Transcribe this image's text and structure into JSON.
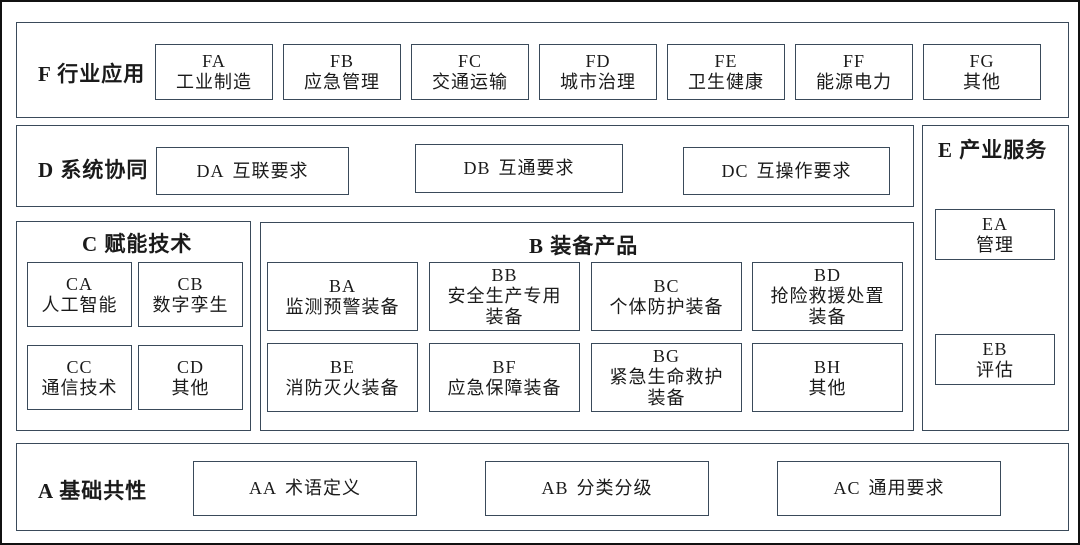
{
  "layers": {
    "F": {
      "label": "F 行业应用",
      "items": [
        {
          "code": "FA",
          "name": "工业制造"
        },
        {
          "code": "FB",
          "name": "应急管理"
        },
        {
          "code": "FC",
          "name": "交通运输"
        },
        {
          "code": "FD",
          "name": "城市治理"
        },
        {
          "code": "FE",
          "name": "卫生健康"
        },
        {
          "code": "FF",
          "name": "能源电力"
        },
        {
          "code": "FG",
          "name": "其他"
        }
      ]
    },
    "D": {
      "label": "D 系统协同",
      "items": [
        {
          "code": "DA",
          "name": "互联要求"
        },
        {
          "code": "DB",
          "name": "互通要求"
        },
        {
          "code": "DC",
          "name": "互操作要求"
        }
      ]
    },
    "E": {
      "label": "E 产业服务",
      "items": [
        {
          "code": "EA",
          "name": "管理"
        },
        {
          "code": "EB",
          "name": "评估"
        }
      ]
    },
    "C": {
      "label": "C 赋能技术",
      "items": [
        {
          "code": "CA",
          "name": "人工智能"
        },
        {
          "code": "CB",
          "name": "数字孪生"
        },
        {
          "code": "CC",
          "name": "通信技术"
        },
        {
          "code": "CD",
          "name": "其他"
        }
      ]
    },
    "B": {
      "label": "B 装备产品",
      "items": [
        {
          "code": "BA",
          "name": "监测预警装备"
        },
        {
          "code": "BB",
          "name": "安全生产专用装备"
        },
        {
          "code": "BC",
          "name": "个体防护装备"
        },
        {
          "code": "BD",
          "name": "抢险救援处置装备"
        },
        {
          "code": "BE",
          "name": "消防灭火装备"
        },
        {
          "code": "BF",
          "name": "应急保障装备"
        },
        {
          "code": "BG",
          "name": "紧急生命救护装备"
        },
        {
          "code": "BH",
          "name": "其他"
        }
      ]
    },
    "A": {
      "label": "A 基础共性",
      "items": [
        {
          "code": "AA",
          "name": "术语定义"
        },
        {
          "code": "AB",
          "name": "分类分级"
        },
        {
          "code": "AC",
          "name": "通用要求"
        }
      ]
    }
  }
}
